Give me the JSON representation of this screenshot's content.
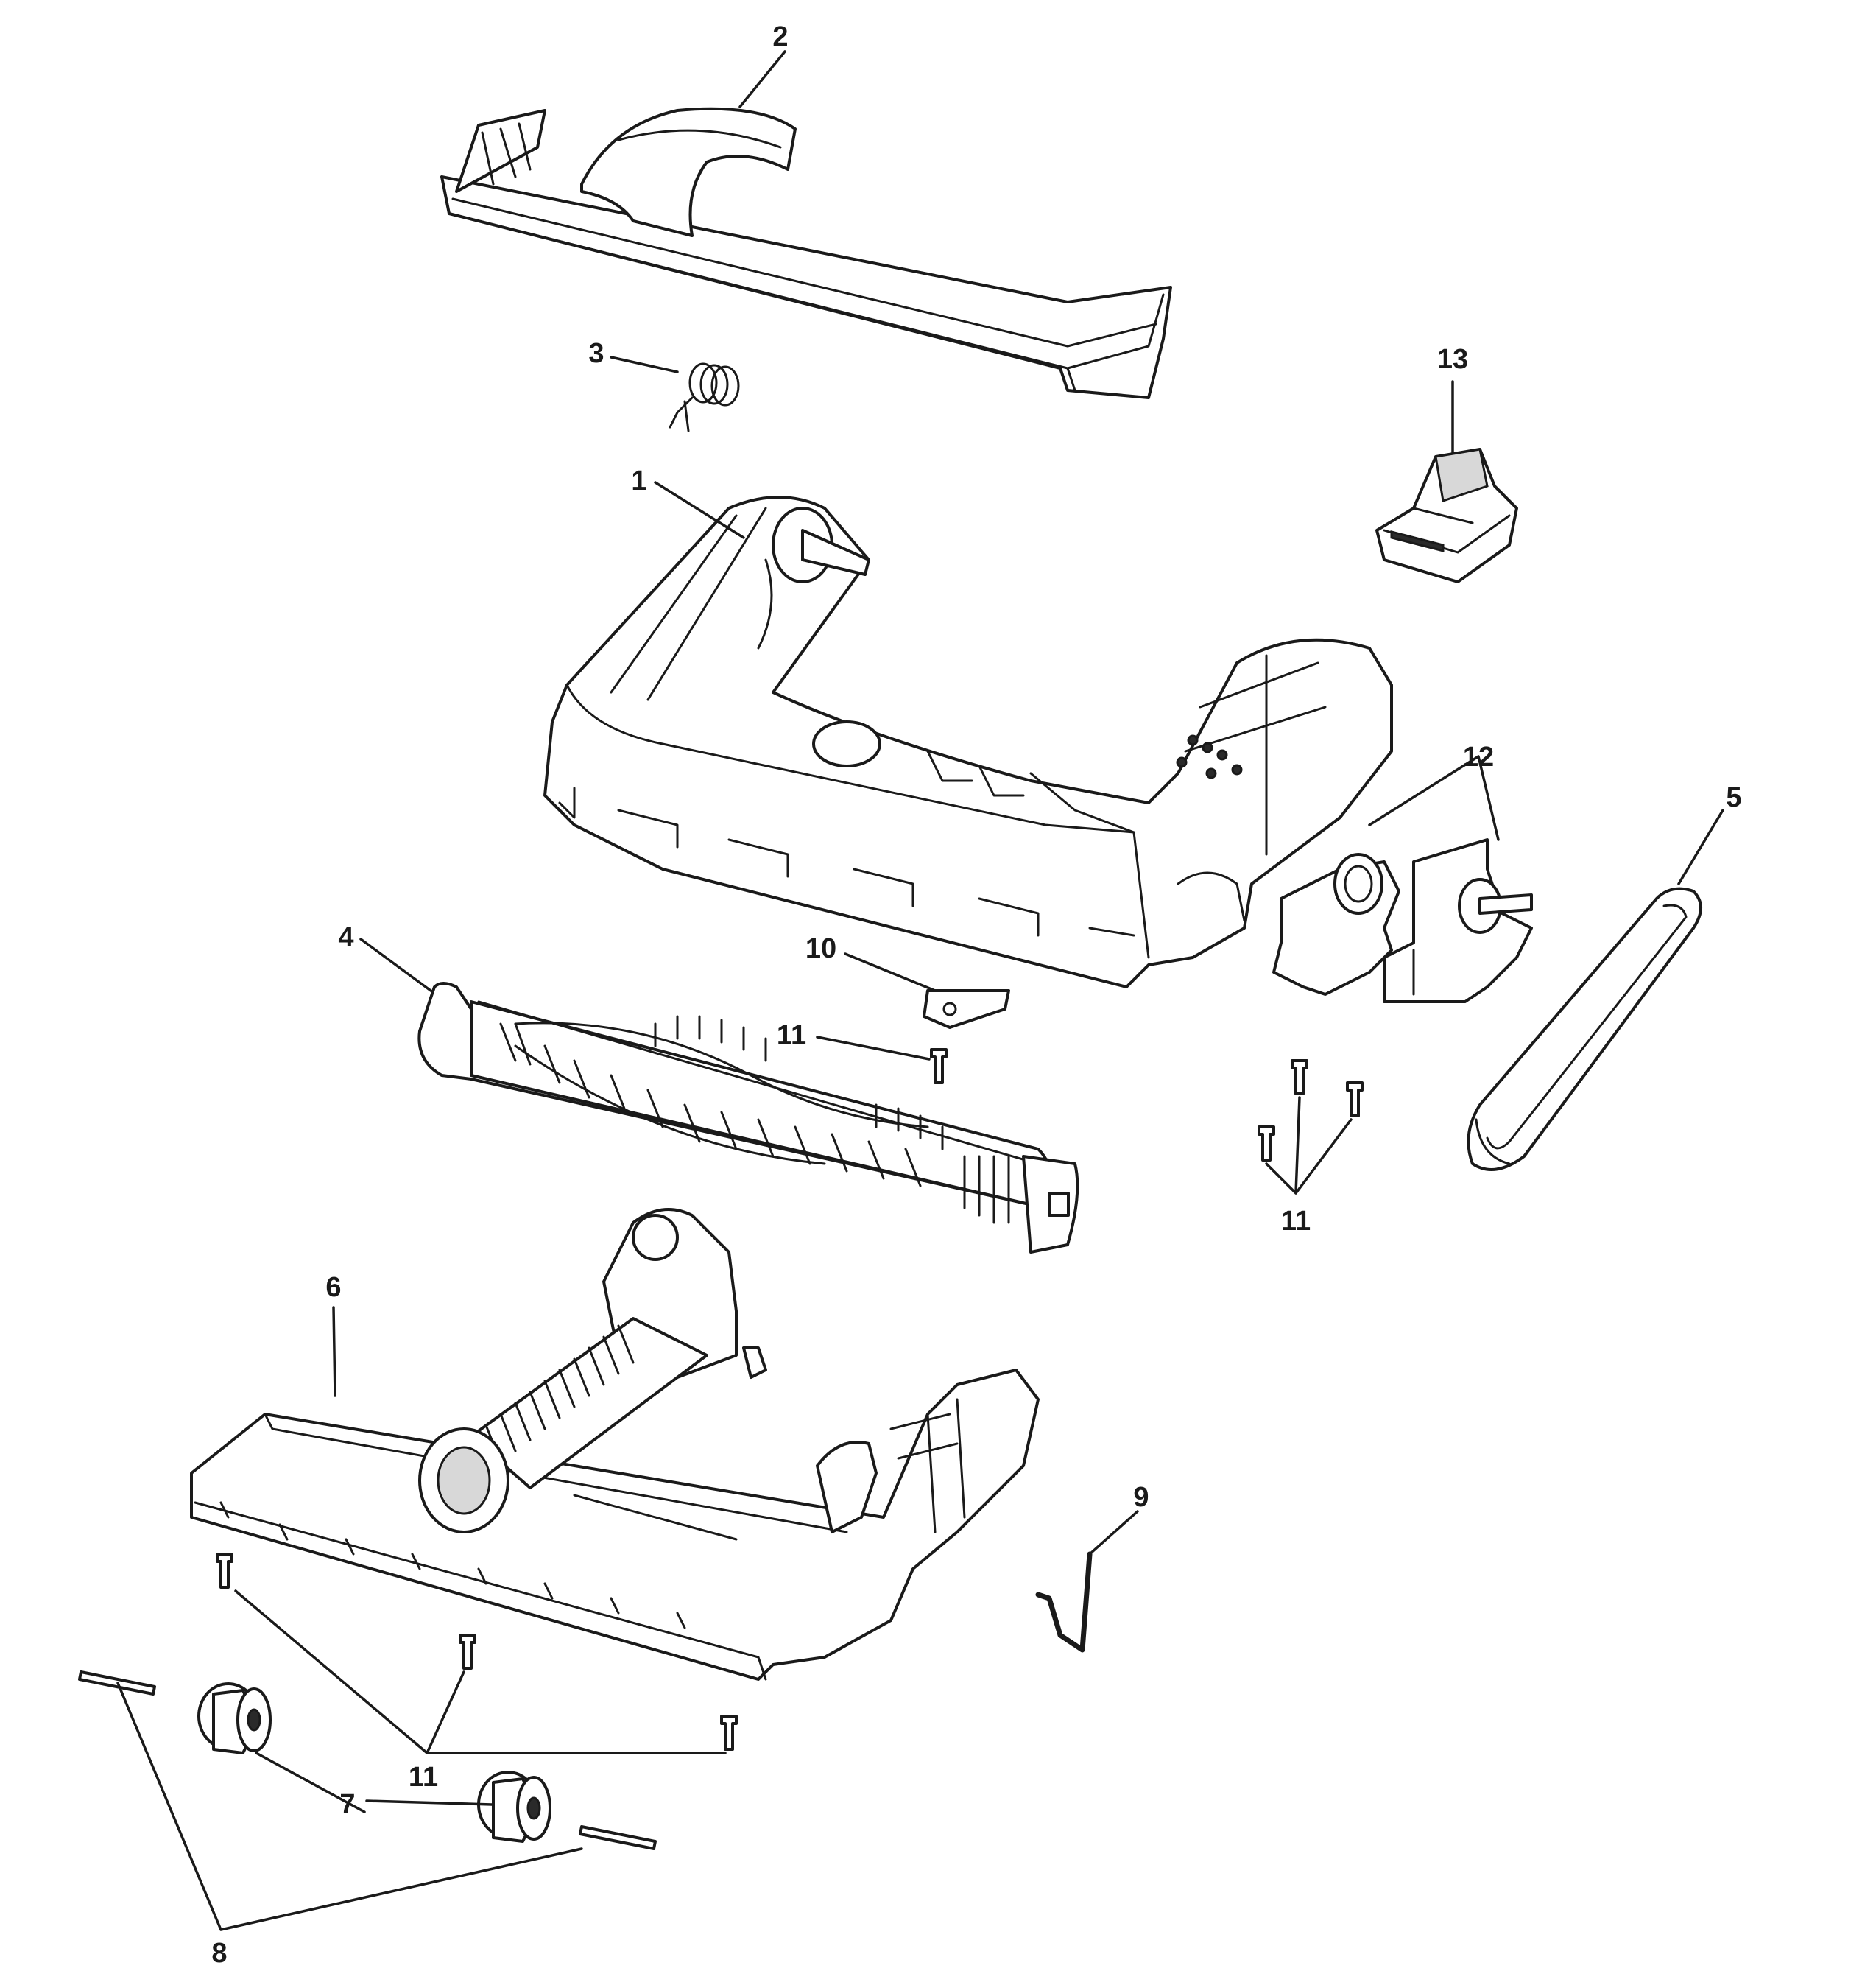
{
  "callouts": {
    "c1": "1",
    "c2": "2",
    "c3": "3",
    "c4": "4",
    "c5": "5",
    "c6": "6",
    "c7": "7",
    "c8": "8",
    "c9": "9",
    "c10": "10",
    "c11": "11",
    "c12": "12",
    "c13": "13"
  },
  "colors": {
    "line": "#1a1a1a",
    "background": "#ffffff",
    "shade": "#d8d8d8"
  }
}
